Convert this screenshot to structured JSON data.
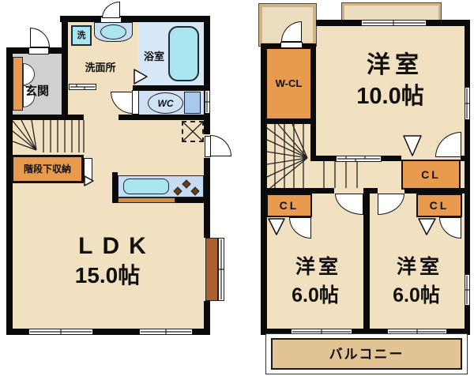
{
  "floor1": {
    "entrance": "玄関",
    "washroom": "洗面所",
    "washer": "洗",
    "bathroom": "浴室",
    "toilet": "WC",
    "under_stair_storage": "階段下収納",
    "ldk": "LDK",
    "ldk_size": "15.0帖"
  },
  "floor2": {
    "walk_in_closet": "W-CL",
    "main_room": "洋室",
    "main_room_size": "10.0帖",
    "room_left": "洋室",
    "room_left_size": "6.0帖",
    "room_right": "洋室",
    "room_right_size": "6.0帖",
    "closet": "CL",
    "balcony": "バルコニー"
  },
  "colors": {
    "floor_beige": "#f2e1c1",
    "wall_black": "#0a0a0a",
    "closet_orange": "#e89b4f",
    "water_blue": "#d6e7f8",
    "fixture_cyan": "#a9e6f0",
    "entrance_gray": "#d0d0d0",
    "balcony_tan": "#e2c394",
    "wood_brown": "#aa6233"
  }
}
